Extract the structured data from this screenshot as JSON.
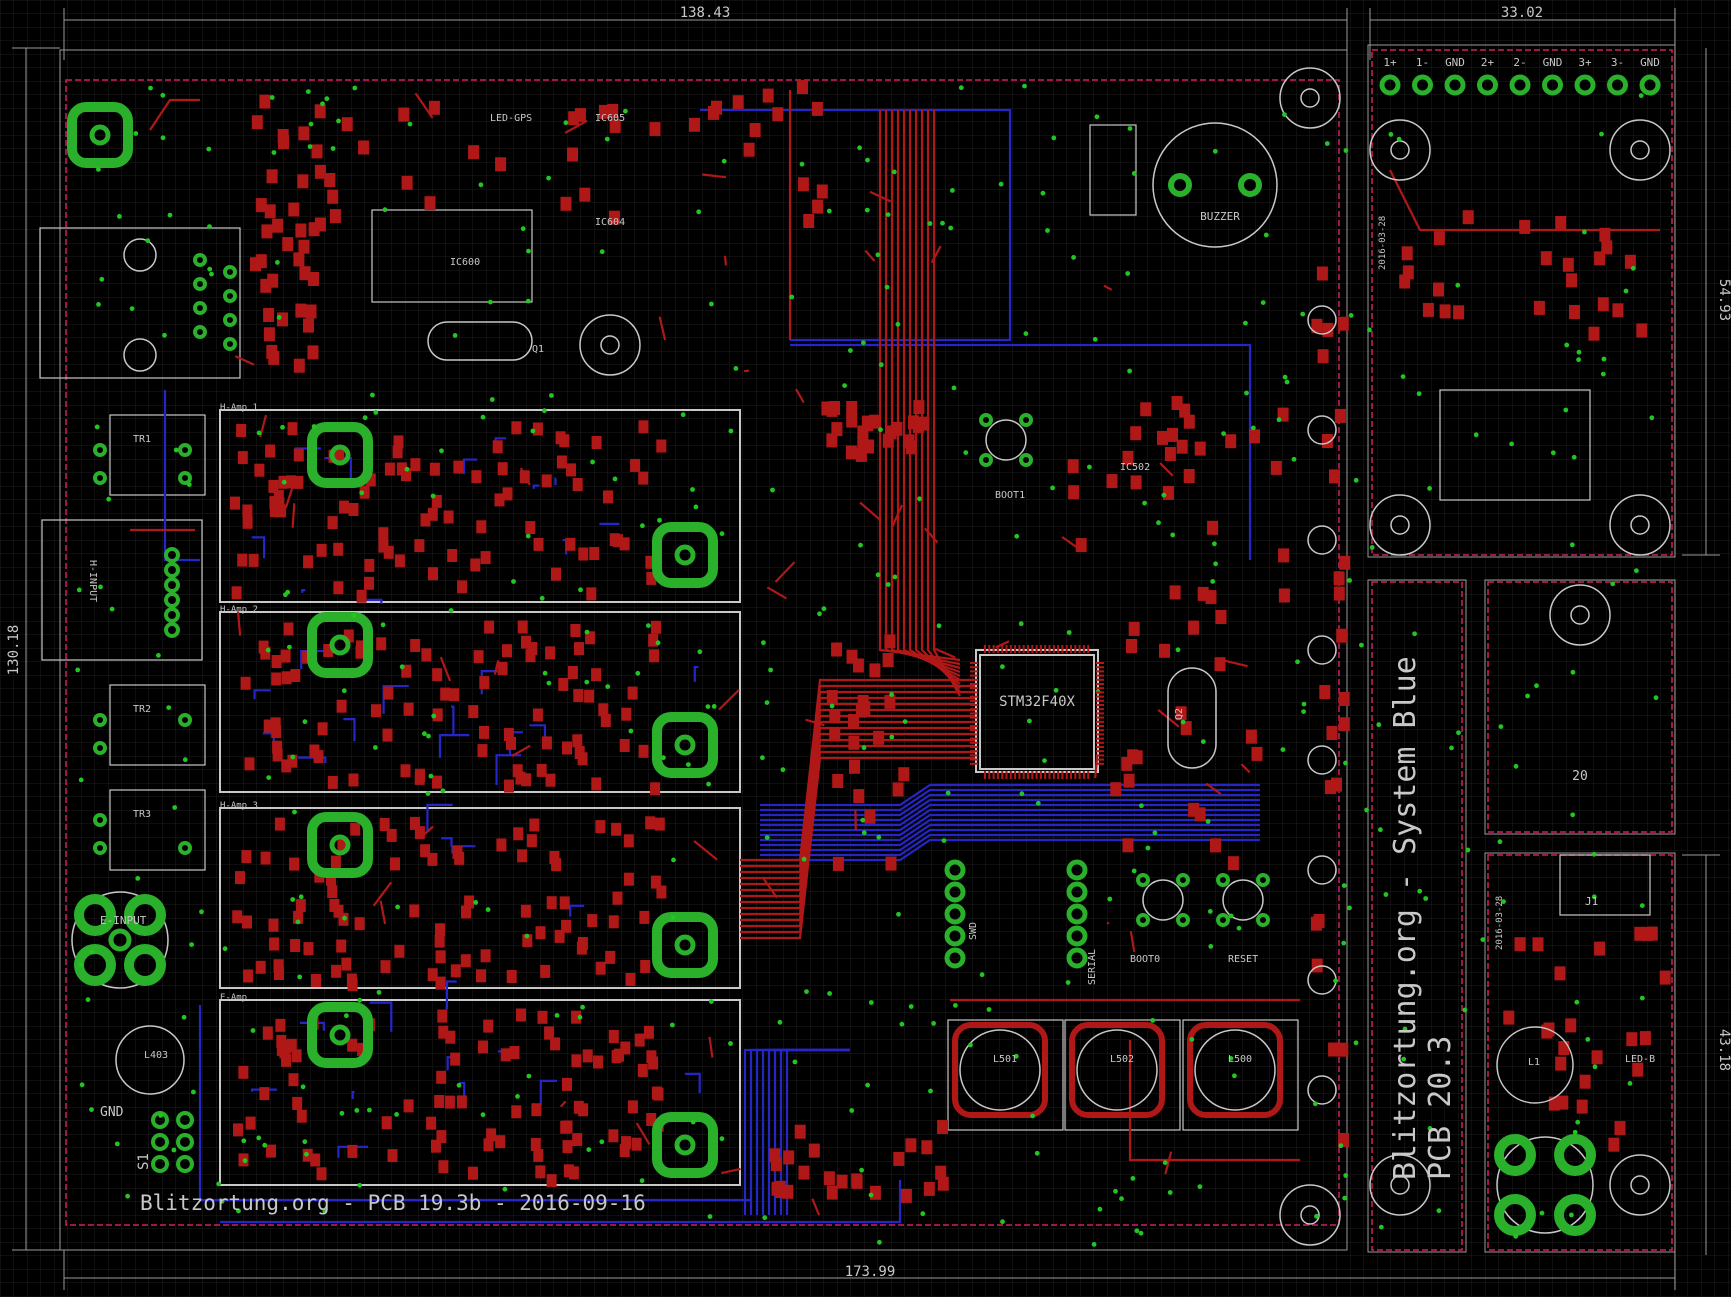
{
  "colors": {
    "background": "#000000",
    "grid": "#1c1c1c",
    "top_copper": "#b01818",
    "bottom_copper": "#2626c8",
    "silkscreen": "#c8c8c8",
    "via": "#22c622",
    "pad": "#2ab02a",
    "outline": "#d02060",
    "dimension": "#9a9a9a"
  },
  "dimensions": {
    "top_main": "138.43",
    "top_right": "33.02",
    "bottom_width": "173.99",
    "left_height": "130.18",
    "right_upper": "54.93",
    "right_lower": "43.18",
    "small_20": "20"
  },
  "board_texts": {
    "main_silk": "Blitzortung.org - PCB 19.3b - 2016-09-16",
    "side_line1": "Blitzortung.org - System Blue",
    "side_line2": "PCB 20.3",
    "mcu": "STM32F40X",
    "buzzer": "BUZZER",
    "h_input": "H-INPUT",
    "e_input": "E-INPUT",
    "gnd": "GND",
    "s1": "S1",
    "led_gps": "LED-GPS",
    "boot1": "BOOT1",
    "boot0": "BOOT0",
    "reset": "RESET",
    "swd": "SWD",
    "serial": "SERIAL",
    "q1": "Q1",
    "q2": "Q2",
    "ic605": "IC605",
    "ic604": "IC604",
    "ic600": "IC600",
    "ic502": "IC502",
    "l501": "L501",
    "l502": "L502",
    "l500": "L500",
    "tr1": "TR1",
    "tr2": "TR2",
    "tr3": "TR3",
    "l403": "L403",
    "date_side": "2016-03-28",
    "led_b": "LED-B",
    "l1": "L1",
    "j1": "J1",
    "amp_labels": [
      "H-Amp 1",
      "H-Amp 2",
      "H-Amp 3",
      "E-Amp"
    ]
  },
  "connector_labels": [
    "1+",
    "1-",
    "GND",
    "2+",
    "2-",
    "GND",
    "3+",
    "3-",
    "GND"
  ]
}
